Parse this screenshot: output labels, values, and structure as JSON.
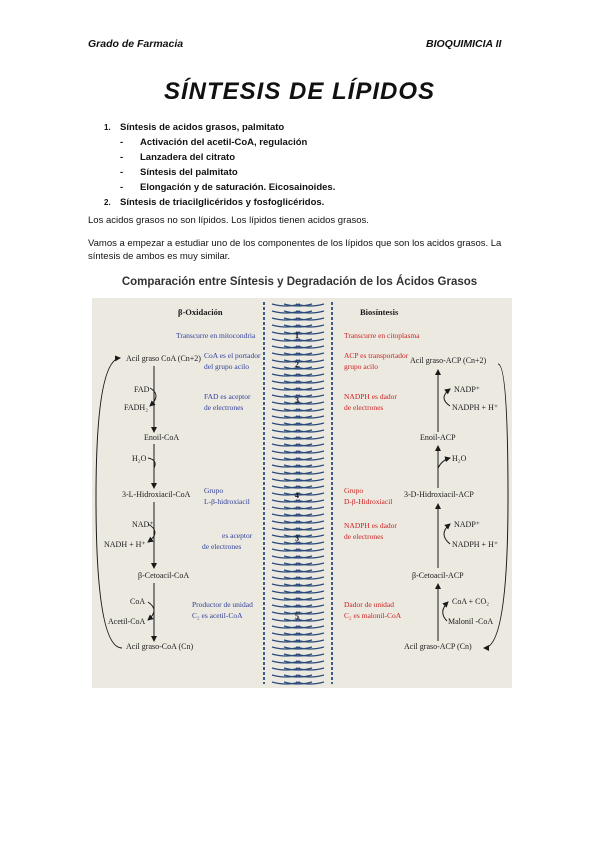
{
  "header": {
    "left": "Grado de Farmacia",
    "right": "BIOQUIMICIA II"
  },
  "title": "SÍNTESIS DE LÍPIDOS",
  "outline": [
    {
      "num": "1.",
      "text": "Síntesis de acidos grasos, palmitato",
      "sub": [
        "Activación del acetil-CoA, regulación",
        "Lanzadera del citrato",
        "Síntesis del palmitato",
        "Elongación y de saturación. Eicosainoides."
      ]
    },
    {
      "num": "2.",
      "text": "Síntesis de triacilglicéridos y fosfoglicéridos.",
      "sub": []
    }
  ],
  "paragraphs": [
    "Los acidos grasos no son lípidos. Los lípidos tienen acidos grasos.",
    "Vamos a empezar a estudiar uno de los componentes de los lípidos que son los acidos grasos. La síntesis de ambos es muy similar."
  ],
  "figure": {
    "title": "Comparación entre Síntesis y Degradación de los Ácidos Grasos",
    "left_heading": "β-Oxidación",
    "right_heading": "Biosíntesis",
    "step_numbers": [
      "1",
      "2",
      "3",
      "4",
      "3",
      "5"
    ],
    "left_notes": [
      "Transcurre en mitocondria",
      "CoA es el portador",
      "del grupo acilo",
      "FAD es aceptor",
      "de electrones",
      "Grupo",
      "L-β-hidroxiacil",
      "es aceptor",
      "de electrones",
      "Productor de unidad",
      "C₂ es acetil-CoA"
    ],
    "left_chain": [
      "Acil graso CoA (Cn+2)",
      "FAD",
      "FADH₂",
      "Enoil-CoA",
      "H₂O",
      "3-L-Hidroxiacil-CoA",
      "NAD⁺",
      "NADH + H⁺",
      "β-Cetoacil-CoA",
      "CoA",
      "Acetil-CoA",
      "Acil graso-CoA (Cn)"
    ],
    "right_notes": [
      "Transcurre en citoplasma",
      "ACP es transportador",
      "grupo acilo",
      "NADPH es dador",
      "de electrones",
      "Grupo",
      "D-β-Hidroxiacil",
      "NADPH es dador",
      "de electrones",
      "Dador de unidad",
      "C₂ es malonil-CoA"
    ],
    "right_chain": [
      "Acil graso-ACP (Cn+2)",
      "NADP⁺",
      "NADPH + H⁺",
      "Enoil-ACP",
      "H₂O",
      "3-D-Hidroxiacil-ACP",
      "NADP⁺",
      "NADPH + H⁺",
      "β-Cetoacil-ACP",
      "CoA + CO₂",
      "Malonil -CoA",
      "Acil graso-ACP (Cn)"
    ]
  }
}
